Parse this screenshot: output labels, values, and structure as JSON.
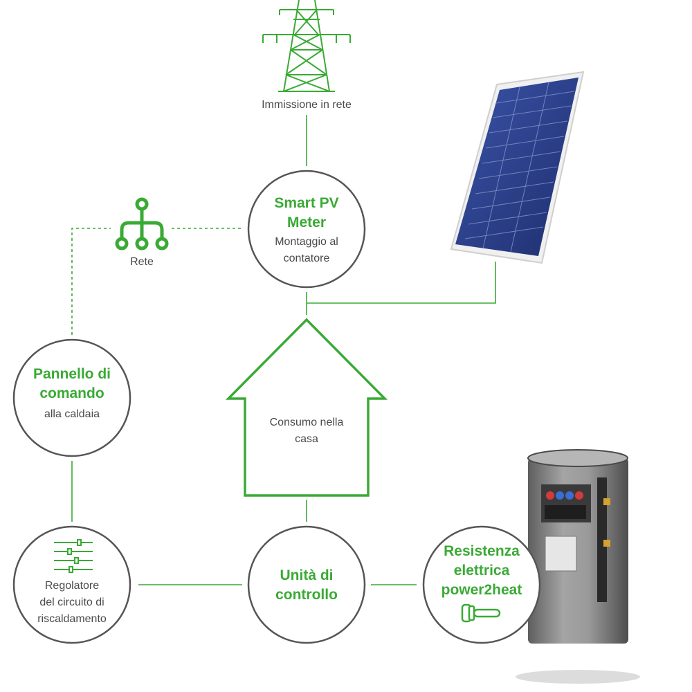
{
  "colors": {
    "green": "#3aaa35",
    "node_border": "#555555",
    "text": "#4a4a4a",
    "panel_blue": "#2c3f8a",
    "tank_grey": "#8a8a8a"
  },
  "grid": {
    "label": "Immissione in rete",
    "icon": "power-pylon-icon"
  },
  "network": {
    "label": "Rete",
    "icon": "network-node-icon"
  },
  "smart_meter": {
    "title_line1": "Smart PV",
    "title_line2": "Meter",
    "sub_line1": "Montaggio al",
    "sub_line2": "contatore"
  },
  "control_panel": {
    "title_line1": "Pannello di",
    "title_line2": "comando",
    "sub_line1": "alla caldaia"
  },
  "house": {
    "label_line1": "Consumo nella",
    "label_line2": "casa"
  },
  "regulator": {
    "icon": "sliders-icon",
    "sub_line1": "Regolatore",
    "sub_line2": "del circuito di",
    "sub_line3": "riscaldamento"
  },
  "control_unit": {
    "title_line1": "Unità di",
    "title_line2": "controllo"
  },
  "heater": {
    "title_line1": "Resistenza",
    "title_line2": "elettrica",
    "title_line3": "power2heat",
    "icon": "heating-element-icon"
  },
  "solar_panel": {
    "icon": "solar-panel-image"
  },
  "storage_tank": {
    "icon": "storage-tank-image"
  }
}
